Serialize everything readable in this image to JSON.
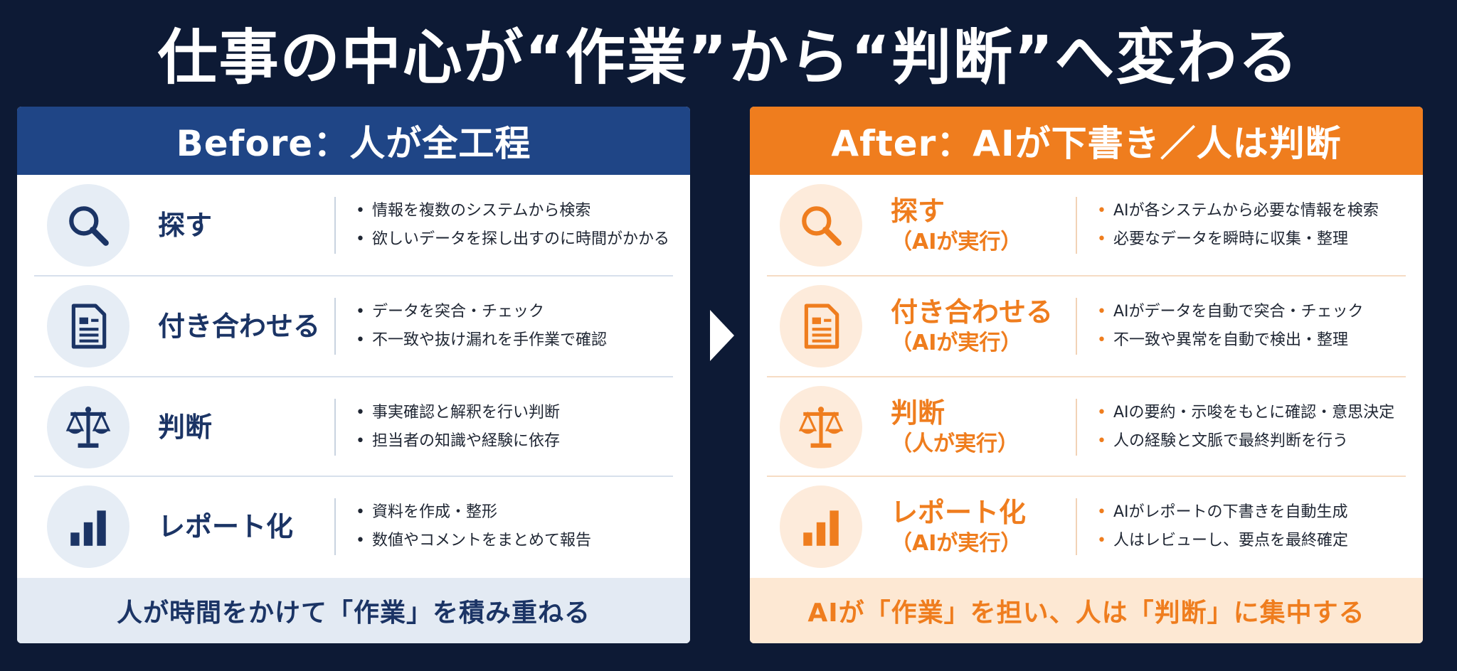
{
  "title": "仕事の中心が“作業”から“判断”へ変わる",
  "colors": {
    "background": "#0d1a35",
    "before_accent": "#1f4586",
    "after_accent": "#ef7d1e",
    "before_text": "#1b3465"
  },
  "before": {
    "header": "Before：人が全工程",
    "footer": "人が時間をかけて「作業」を積み重ねる",
    "rows": [
      {
        "icon": "search-icon",
        "label": "探す",
        "bullets": [
          "情報を複数のシステムから検索",
          "欲しいデータを探し出すのに時間がかかる"
        ]
      },
      {
        "icon": "document-icon",
        "label": "付き合わせる",
        "bullets": [
          "データを突合・チェック",
          "不一致や抜け漏れを手作業で確認"
        ]
      },
      {
        "icon": "scale-icon",
        "label": "判断",
        "bullets": [
          "事実確認と解釈を行い判断",
          "担当者の知識や経験に依存"
        ]
      },
      {
        "icon": "bar-chart-icon",
        "label": "レポート化",
        "bullets": [
          "資料を作成・整形",
          "数値やコメントをまとめて報告"
        ]
      }
    ]
  },
  "after": {
    "header": "After：AIが下書き／人は判断",
    "footer": "AIが「作業」を担い、人は「判断」に集中する",
    "rows": [
      {
        "icon": "search-icon",
        "label": "探す",
        "sublabel": "（AIが実行）",
        "bullets": [
          "AIが各システムから必要な情報を検索",
          "必要なデータを瞬時に収集・整理"
        ]
      },
      {
        "icon": "document-icon",
        "label": "付き合わせる",
        "sublabel": "（AIが実行）",
        "bullets": [
          "AIがデータを自動で突合・チェック",
          "不一致や異常を自動で検出・整理"
        ]
      },
      {
        "icon": "scale-icon",
        "label": "判断",
        "sublabel": "（人が実行）",
        "bullets": [
          "AIの要約・示唆をもとに確認・意思決定",
          "人の経験と文脈で最終判断を行う"
        ]
      },
      {
        "icon": "bar-chart-icon",
        "label": "レポート化",
        "sublabel": "（AIが実行）",
        "bullets": [
          "AIがレポートの下書きを自動生成",
          "人はレビューし、要点を最終確定"
        ]
      }
    ]
  }
}
